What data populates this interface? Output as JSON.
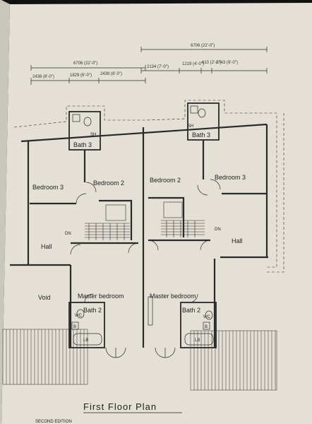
{
  "plan": {
    "title": "First Floor Plan",
    "footer_text": "SECOND EDITION",
    "dims": {
      "left_total": "6706 (22'-0\")",
      "right_total": "6706 (22'-0\")",
      "seg_a": "2438 (8'-0\")",
      "seg_b": "1829 (6'-0\")",
      "seg_c": "2438 (8'-0\")",
      "seg_d": "2134 (7'-0\")",
      "seg_e": "1219 (4'-0\")",
      "seg_f": "610 (2'-0\")",
      "seg_g": "2743 (9'-0\")"
    },
    "rooms": {
      "bath3_left": "Bath 3",
      "bath3_right": "Bath 3",
      "bedroom3_left": "Bedroom 3",
      "bedroom2_left": "Bedroom 2",
      "bedroom2_right": "Bedroom 2",
      "bedroom3_right": "Bedroom 3",
      "hall_left": "Hall",
      "hall_right": "Hall",
      "void": "Void",
      "master_left": "Master bedroom",
      "master_right": "Master bedroom",
      "bath2_left": "Bath 2",
      "bath2_right": "Bath 2"
    },
    "fixtures": {
      "sh_left": "SH",
      "sh_right": "SH",
      "b_label": "B",
      "wc_label": "WC",
      "lb_label": "LB",
      "dn_label": "DN"
    }
  },
  "colors": {
    "paper": "#e4e0d6",
    "ink": "#2a2a2a",
    "shadow": "#101010"
  }
}
